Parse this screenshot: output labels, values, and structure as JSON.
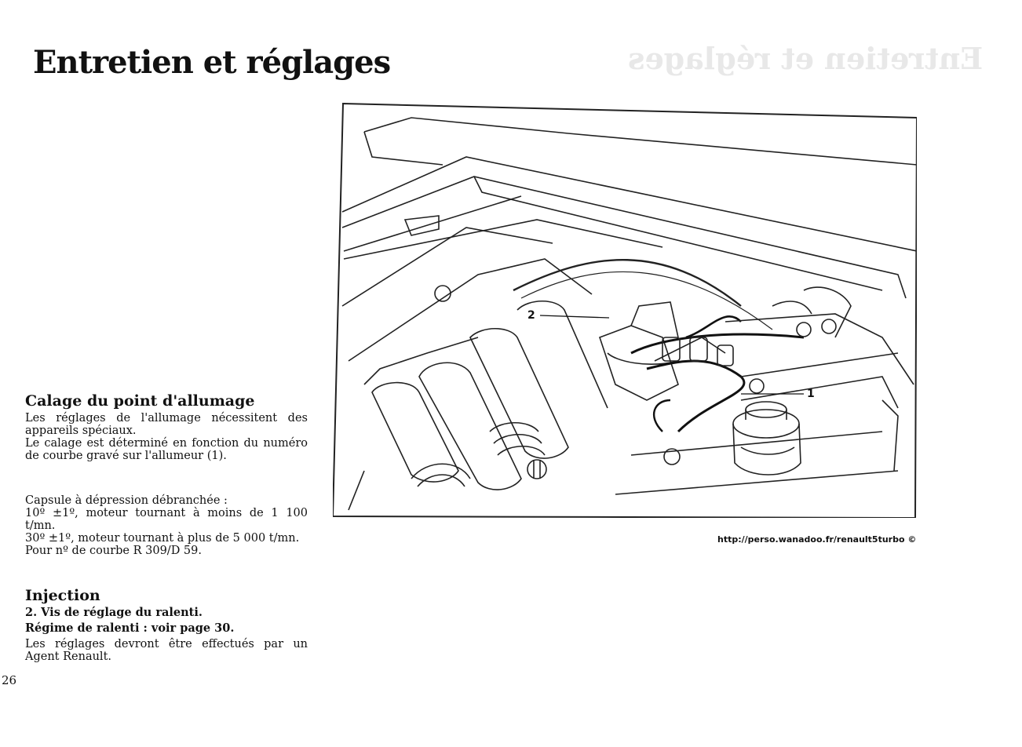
{
  "page": {
    "title": "Entretien et réglages",
    "page_number": "26"
  },
  "ghost_title": "Entretien et réglages",
  "calage": {
    "heading": "Calage du point d'allumage",
    "lines": [
      "Les réglages de l'allumage nécessitent des appareils spéciaux.",
      "Le calage est déterminé en fonction du numéro de courbe gravé sur l'allumeur (1)."
    ],
    "capsule_lines": [
      "Capsule à dépression débranchée :",
      "10º ±1º, moteur tournant à moins de 1 100 t/mn.",
      "30º ±1º, moteur tournant à plus de 5 000 t/mn.",
      "Pour nº de courbe R 309/D 59."
    ]
  },
  "injection": {
    "heading": "Injection",
    "item": "2. Vis de réglage du ralenti.",
    "regime": "Régime de ralenti : voir page 30.",
    "note": "Les réglages devront être effectués par un Agent Renault."
  },
  "figure": {
    "callout_1": "1",
    "callout_2": "2",
    "source_url": "http://perso.wanadoo.fr/renault5turbo ©"
  }
}
